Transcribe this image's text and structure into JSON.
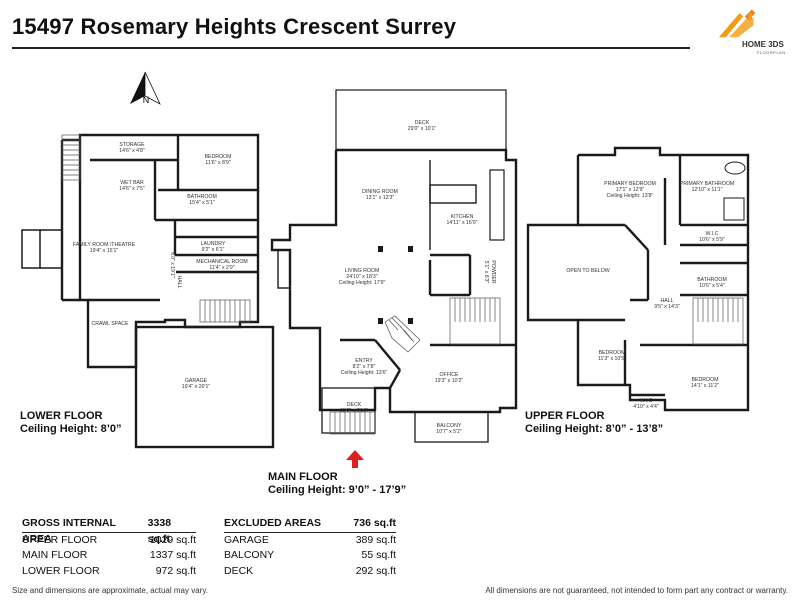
{
  "title": "15497 Rosemary Heights Crescent  Surrey",
  "logo": {
    "text": "HOME 3DS",
    "subtext": "FLOORPLAN"
  },
  "compass_label": "N",
  "floors": {
    "lower": {
      "name": "LOWER FLOOR",
      "ceiling": "Ceiling Height: 8’0”"
    },
    "main": {
      "name": "MAIN FLOOR",
      "ceiling": "Ceiling Height: 9’0” - 17’9”"
    },
    "upper": {
      "name": "UPPER FLOOR",
      "ceiling": "Ceiling Height: 8’0” - 13’8”"
    }
  },
  "rooms": {
    "storage": {
      "name": "STORAGE",
      "dim": "14'6\" x 4'8\""
    },
    "bedroom_lower": {
      "name": "BEDROOM",
      "dim": "11'6\" x 8'9\""
    },
    "wet_bar": {
      "name": "WET BAR",
      "dim": "14'6\" x 7'5\""
    },
    "bathroom_lower": {
      "name": "BATHROOM",
      "dim": "15'4\" x 5'1\""
    },
    "family_room": {
      "name": "FAMILY ROOM /THEATRE",
      "dim": "19'4\" x 15'1\""
    },
    "laundry": {
      "name": "LAUNDRY",
      "dim": "9'2\" x 6'1\""
    },
    "hall_lower": {
      "name": "HALL",
      "dim": "6'0\" x 19'1\""
    },
    "mechanical": {
      "name": "MECHANICAL ROOM",
      "dim": "11'4\" x 2'9\""
    },
    "crawl_space": {
      "name": "CRAWL SPACE"
    },
    "garage": {
      "name": "GARAGE",
      "dim": "19'4\" x 20'1\""
    },
    "deck_top": {
      "name": "DECK",
      "dim": "29'0\" x 10'1\""
    },
    "dining": {
      "name": "DINING ROOM",
      "dim": "13'1\" x 12'3\""
    },
    "kitchen": {
      "name": "KITCHEN",
      "dim": "14'11\" x 16'0\""
    },
    "living": {
      "name": "LIVING ROOM",
      "dim": "24'10\" x 18'3\"",
      "ceiling": "Ceiling Height: 17'9\""
    },
    "powder": {
      "name": "POWDER",
      "dim": "5'1\" x 6'3\""
    },
    "entry": {
      "name": "ENTRY",
      "dim": "8'2\" x 7'8\"",
      "ceiling": "Ceiling Height: 13'6\""
    },
    "office": {
      "name": "OFFICE",
      "dim": "19'3\" x 10'2\""
    },
    "deck_front": {
      "name": "DECK",
      "dim": "11'6\" x 6'10\""
    },
    "balcony": {
      "name": "BALCONY",
      "dim": "10'7\" x 5'2\""
    },
    "primary_bed": {
      "name": "PRIMARY BEDROOM",
      "dim": "17'1\" x 12'9\"",
      "ceiling": "Ceiling Height: 13'8\""
    },
    "primary_bath": {
      "name": "PRIMARY BATHROOM",
      "dim": "12'10\" x 11'1\""
    },
    "wic_upper": {
      "name": "W.I.C",
      "dim": "10'6\" x 5'9\""
    },
    "open_below": {
      "name": "OPEN TO BELOW"
    },
    "bathroom_upper": {
      "name": "BATHROOM",
      "dim": "10'6\" x 5'4\""
    },
    "hall_upper": {
      "name": "HALL",
      "dim": "9'5\" x 14'3\""
    },
    "bedroom_upper1": {
      "name": "BEDROOM",
      "dim": "11'3\" x 10'5\""
    },
    "bedroom_upper2": {
      "name": "BEDROOM",
      "dim": "14'1\" x 11'2\""
    },
    "wic_small": {
      "name": "W.I.C",
      "dim": "4'10\" x 4'4\""
    }
  },
  "gross": {
    "header": {
      "label": "GROSS INTERNAL AREA",
      "value": "3338 sq.ft"
    },
    "rows": [
      {
        "label": "UPPER FLOOR",
        "value": "1029 sq.ft"
      },
      {
        "label": "MAIN FLOOR",
        "value": "1337 sq.ft"
      },
      {
        "label": "LOWER FLOOR",
        "value": "972 sq.ft"
      }
    ]
  },
  "excluded": {
    "header": {
      "label": "EXCLUDED AREAS",
      "value": "736 sq.ft"
    },
    "rows": [
      {
        "label": "GARAGE",
        "value": "389 sq.ft"
      },
      {
        "label": "BALCONY",
        "value": "55 sq.ft"
      },
      {
        "label": "DECK",
        "value": "292 sq.ft"
      }
    ]
  },
  "footer": {
    "left": "Size and dimensions are approximate, actual may vary.",
    "right": "All dimensions are not guaranteed, not intended to form part any contract or warranty."
  },
  "colors": {
    "wall": "#1a1a1a",
    "entrance_arrow": "#e02020",
    "logo_orange": "#f39c12",
    "stair_gray": "#555555"
  }
}
